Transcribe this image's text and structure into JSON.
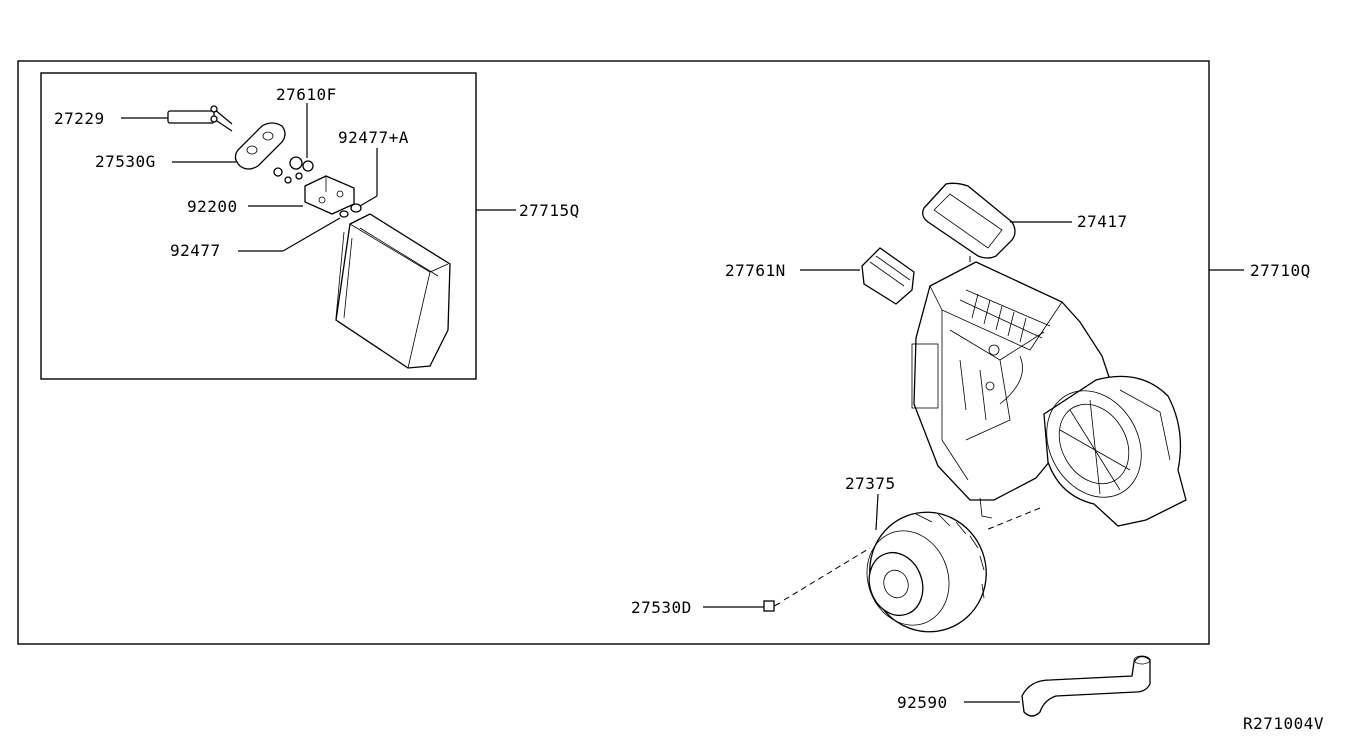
{
  "diagram_code": "R271004V",
  "labels": {
    "p27229": "27229",
    "p27610F": "27610F",
    "p92477A": "92477+A",
    "p27530G": "27530G",
    "p92200": "92200",
    "p27715Q": "27715Q",
    "p92477": "92477",
    "p27417": "27417",
    "p27761N": "27761N",
    "p27710Q": "27710Q",
    "p27375": "27375",
    "p27530D": "27530D",
    "p92590": "92590"
  }
}
